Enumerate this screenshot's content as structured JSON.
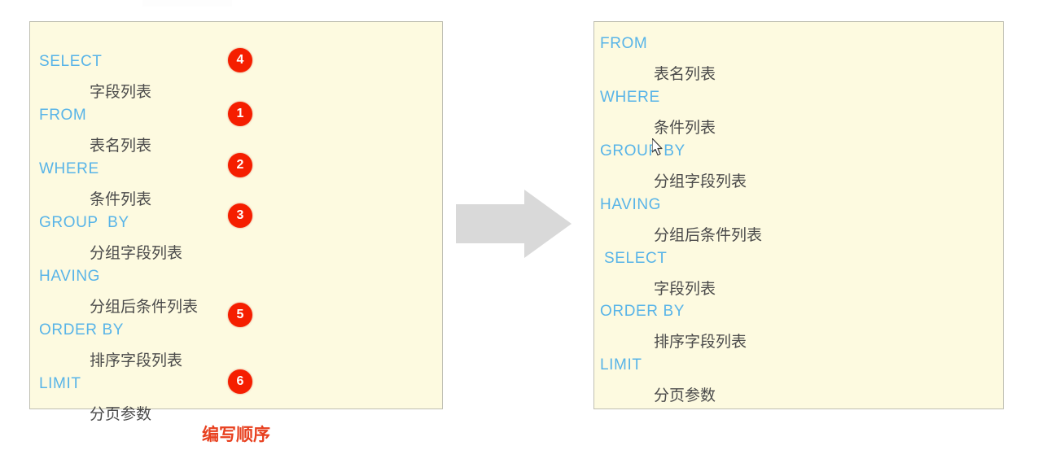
{
  "colors": {
    "panel_background": "#fdfae0",
    "panel_border": "#bfbfb2",
    "keyword": "#58b4e8",
    "value_text": "#4a4a4a",
    "badge_background": "#f51e00",
    "badge_text": "#ffffff",
    "caption": "#e8401f",
    "arrow": "#d9d9d9",
    "page_background": "#ffffff"
  },
  "left_panel": {
    "caption": "编写顺序",
    "rows": [
      {
        "keyword": "SELECT",
        "value": "字段列表",
        "badge": "4"
      },
      {
        "keyword": "FROM",
        "value": "表名列表",
        "badge": "1"
      },
      {
        "keyword": "WHERE",
        "value": "条件列表",
        "badge": "2"
      },
      {
        "keyword": "GROUP  BY",
        "value": "分组字段列表",
        "badge": "3"
      },
      {
        "keyword": "HAVING",
        "value": "分组后条件列表",
        "badge": ""
      },
      {
        "keyword": "ORDER BY",
        "value": "排序字段列表",
        "badge": "5"
      },
      {
        "keyword": "LIMIT",
        "value": "分页参数",
        "badge": "6"
      }
    ]
  },
  "right_panel": {
    "rows": [
      {
        "keyword": "FROM",
        "value": "表名列表"
      },
      {
        "keyword": "WHERE",
        "value": "条件列表"
      },
      {
        "keyword": "GROUP BY",
        "value": "分组字段列表"
      },
      {
        "keyword": "HAVING",
        "value": "分组后条件列表"
      },
      {
        "keyword": "SELECT",
        "value": "字段列表"
      },
      {
        "keyword": "ORDER BY",
        "value": "排序字段列表"
      },
      {
        "keyword": "LIMIT",
        "value": "分页参数"
      }
    ]
  },
  "icons": {
    "flow_arrow": "right-arrow-icon",
    "cursor": "mouse-pointer-icon"
  }
}
